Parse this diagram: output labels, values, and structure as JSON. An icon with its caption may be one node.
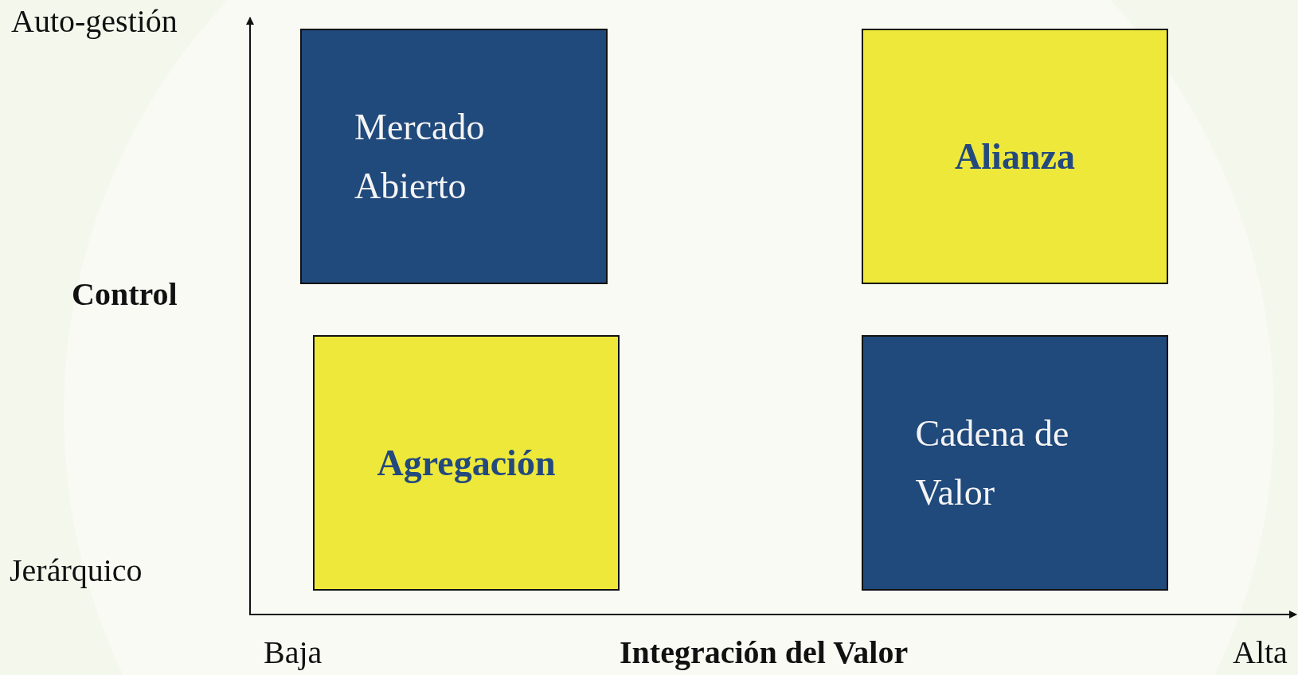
{
  "diagram": {
    "nodes": [
      {
        "text": [
          "Mercado Abierto"
        ]
      },
      {
        "text": [
          "Alianza"
        ]
      },
      {
        "text": [
          "Agregación"
        ]
      },
      {
        "text": [
          "Cadena de Valor"
        ]
      }
    ],
    "labels": [
      "Auto-gestión",
      "Control",
      "Jerárquico",
      "Baja",
      "Integración del Valor",
      "Alta"
    ]
  }
}
